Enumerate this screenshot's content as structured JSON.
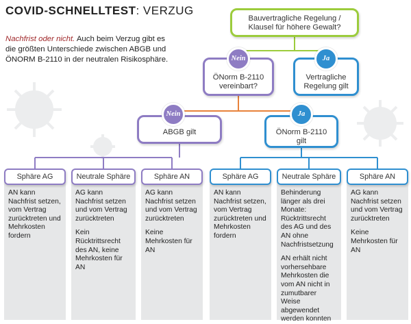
{
  "title": {
    "bold": "COVID-SCHNELLTEST",
    "light": ": VERZUG"
  },
  "intro": {
    "emphasis": "Nachfrist oder nicht.",
    "text": " Auch beim Verzug gibt es die größten Unterschiede zwischen ABGB und ÖNORM B-2110 in der neutralen Risikosphäre."
  },
  "colors": {
    "green": "#9ccc3c",
    "purple": "#8e7cc3",
    "blue": "#2f8fd0",
    "orange": "#e8823a",
    "box": "#e6e7e8"
  },
  "root": {
    "lines": [
      "Bauvertragliche Regelung /",
      "Klausel für höhere Gewalt?"
    ]
  },
  "level1": {
    "no": {
      "badge": "Nein",
      "lines": [
        "ÖNorm B-2110",
        "vereinbart?"
      ]
    },
    "yes": {
      "badge": "Ja",
      "lines": [
        "Vertragliche",
        "Regelung gilt"
      ]
    }
  },
  "level2": {
    "no": {
      "badge": "Nein",
      "lines": [
        "ABGB gilt"
      ]
    },
    "yes": {
      "badge": "Ja",
      "lines": [
        "ÖNorm B-2110",
        "gilt"
      ]
    }
  },
  "columns": [
    {
      "head": "Sphäre AG",
      "paras": [
        "AN kann Nachfrist setzen, vom Vertrag zurücktreten und Mehrkosten fordern"
      ]
    },
    {
      "head": "Neutrale Sphäre",
      "paras": [
        "AG kann Nachfrist setzen und vom Vertrag zurücktreten",
        "Kein Rücktrittsrecht des AN, keine Mehrkosten für AN"
      ]
    },
    {
      "head": "Sphäre AN",
      "paras": [
        "AG kann Nachfrist setzen und vom Vertrag zurücktreten",
        "Keine Mehrkosten für AN"
      ]
    },
    {
      "head": "Sphäre AG",
      "paras": [
        "AN kann Nachfrist setzen, vom Vertrag zurücktreten und Mehrkosten fordern"
      ]
    },
    {
      "head": "Neutrale Sphäre",
      "paras": [
        "Behinderung länger als drei Monate: Rücktrittsrecht des AG und des AN ohne Nachfristsetzung",
        "AN erhält nicht vorhersehbare Mehrkosten die vom AN nicht in zumutbarer Weise abgewendet werden konnten"
      ]
    },
    {
      "head": "Sphäre AN",
      "paras": [
        "AG kann Nachfrist setzen und vom Vertrag zurücktreten",
        "Keine Mehrkosten für AN"
      ]
    }
  ]
}
